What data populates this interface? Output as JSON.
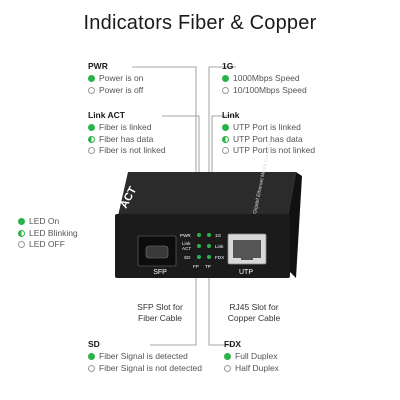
{
  "title": "Indicators Fiber & Copper",
  "colors": {
    "led_on": "#2bb34a",
    "led_off": "#9a9a9a",
    "device_body": "#1b1b1b"
  },
  "pwr": {
    "header": "PWR",
    "items": [
      {
        "state": "on",
        "label": "Power is on"
      },
      {
        "state": "off",
        "label": "Power is off"
      }
    ]
  },
  "g1": {
    "header": "1G",
    "items": [
      {
        "state": "on",
        "label": "1000Mbps Speed"
      },
      {
        "state": "off",
        "label": "10/100Mbps Speed"
      }
    ]
  },
  "link_act": {
    "header": "Link ACT",
    "items": [
      {
        "state": "on",
        "label": "Fiber is linked"
      },
      {
        "state": "blink",
        "label": "Fiber has data"
      },
      {
        "state": "off",
        "label": "Fiber is not linked"
      }
    ]
  },
  "link": {
    "header": "Link",
    "items": [
      {
        "state": "on",
        "label": "UTP Port is linked"
      },
      {
        "state": "blink",
        "label": "UTP Port has data"
      },
      {
        "state": "off",
        "label": "UTP Port is not linked"
      }
    ]
  },
  "legend": {
    "items": [
      {
        "state": "on",
        "label": "LED On"
      },
      {
        "state": "blink",
        "label": "LED Blinking"
      },
      {
        "state": "off",
        "label": "LED OFF"
      }
    ]
  },
  "sd": {
    "header": "SD",
    "items": [
      {
        "state": "on",
        "label": "Fiber Signal is detected"
      },
      {
        "state": "off",
        "label": "Fiber Signal is not detected"
      }
    ]
  },
  "fdx": {
    "header": "FDX",
    "items": [
      {
        "state": "on",
        "label": "Full Duplex"
      },
      {
        "state": "off",
        "label": "Half Duplex"
      }
    ]
  },
  "device": {
    "brand": "ACT",
    "side_text": "Gigabit Ethernet Media Converter",
    "port_sfp": "SFP",
    "port_utp": "UTP",
    "led_pwr": "PWR",
    "led_1g": "1G",
    "led_link_act_1": "Link",
    "led_link_act_2": "ACT",
    "led_link": "Link",
    "led_sd": "SD",
    "led_fdx": "FDX",
    "led_fp": "FP",
    "led_tp": "TP"
  },
  "captions": {
    "sfp_line1": "SFP Slot for",
    "sfp_line2": "Fiber Cable",
    "rj45_line1": "RJ45 Slot for",
    "rj45_line2": "Copper Cable"
  }
}
